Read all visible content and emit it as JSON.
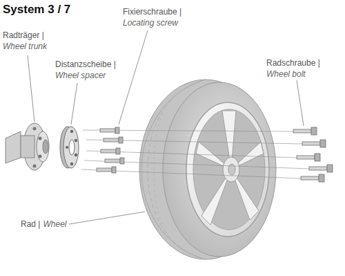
{
  "diagram": {
    "title": "System 3 / 7",
    "labels": [
      "Radträger |",
      "Wheel trunk",
      "Distanzscheibe |",
      "Wheel spacer",
      "Fixierschraube |",
      "Locating screw",
      "Radschraube |",
      "Wheel bolt",
      "Rad |",
      "Wheel"
    ]
  }
}
